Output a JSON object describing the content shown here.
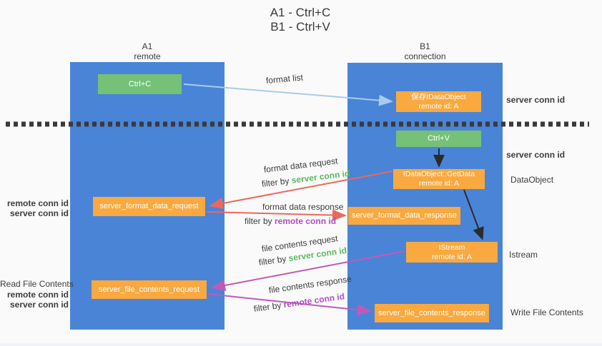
{
  "title": {
    "line1": "A1 - Ctrl+C",
    "line2": "B1 - Ctrl+V"
  },
  "lanes": {
    "left": {
      "name": "A1",
      "subtitle": "remote"
    },
    "right": {
      "name": "B1",
      "subtitle": "connection"
    }
  },
  "boxes": {
    "ctrl_c": {
      "label": "Ctrl+C"
    },
    "save_dataobject": {
      "line1": "保存IDataObject",
      "line2": "remote id: A"
    },
    "ctrl_v": {
      "label": "Ctrl+V"
    },
    "getdata": {
      "line1": "IDataObject::GetData",
      "line2": "remote id: A"
    },
    "format_request": {
      "label": "server_format_data_request"
    },
    "format_response": {
      "label": "server_format_data_response"
    },
    "istream": {
      "line1": "IStream",
      "line2": "remote id: A"
    },
    "file_request": {
      "label": "server_file_contents_request"
    },
    "file_response": {
      "label": "server_file_contents_response"
    }
  },
  "edge_labels": {
    "format_list": "format list",
    "format_data_request": "format data request",
    "format_data_response": "format data response",
    "file_contents_request": "file contents request",
    "file_contents_response": "file contents response",
    "filter_by": "filter by ",
    "server_conn_id": "server conn id",
    "remote_conn_id": "remote conn id"
  },
  "side_labels": {
    "right_server_conn_1": "server conn id",
    "right_server_conn_2": "server conn id",
    "dataobject": "DataObject",
    "istream": "Istream",
    "write_file": "Write File Contents",
    "read_file": "Read File Contents",
    "left_remote_conn_1": "remote conn id",
    "left_server_conn_1": "server conn id",
    "left_remote_conn_2": "remote conn id",
    "left_server_conn_2": "server conn id"
  },
  "colors": {
    "lane_blue": "#4a84d6",
    "green_box": "#74c177",
    "orange_box": "#f9a93f",
    "arrow_blue": "#a6cdee",
    "arrow_red": "#ec685c",
    "arrow_magenta": "#c05ab8",
    "arrow_black": "#2b2b2b",
    "green_text": "#5cb85f",
    "purple_text": "#ad4fc4",
    "dark_text": "#3d3d3d"
  }
}
